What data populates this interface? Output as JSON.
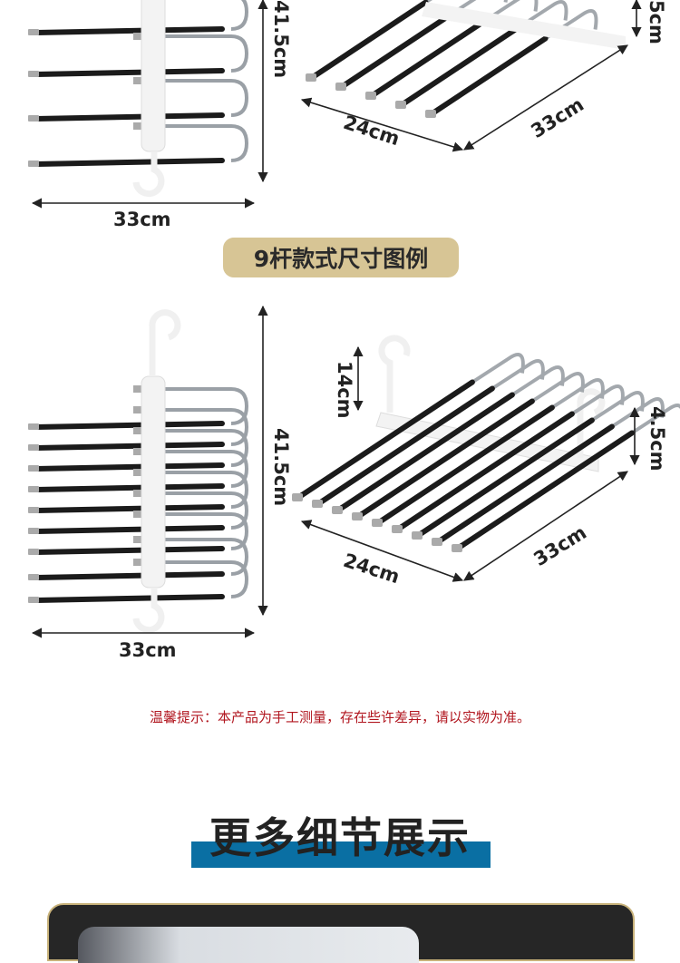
{
  "section_top": {
    "height_label": "41.5cm",
    "width_label": "33cm",
    "depth_label": "24cm",
    "length_label": "33cm",
    "spacing_label": "5cm"
  },
  "title_pill": {
    "label": "9杆款式尺寸图例",
    "color": "#d7c595"
  },
  "section_9rod": {
    "height_label": "41.5cm",
    "width_label": "33cm",
    "hook_label": "14cm",
    "spacing_label": "4.5cm",
    "depth_label": "24cm",
    "length_label": "33cm"
  },
  "note": {
    "text": "温馨提示：本产品为手工测量，存在些许差异，请以实物为准。",
    "color": "#b1161f"
  },
  "details_heading": {
    "text": "更多细节展示",
    "bar_color": "#0a6fa3"
  }
}
